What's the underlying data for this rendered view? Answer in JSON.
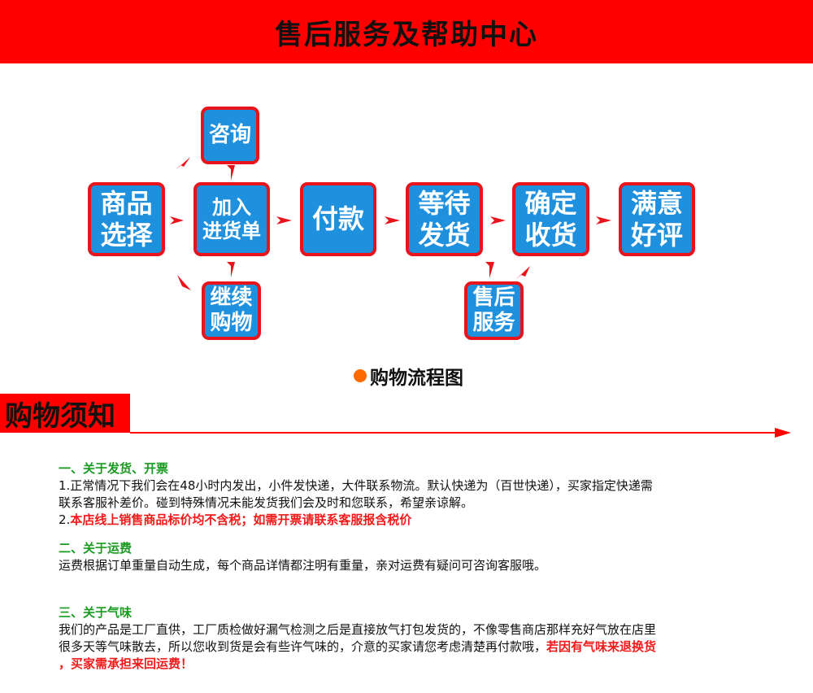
{
  "banner": {
    "title": "售后服务及帮助中心"
  },
  "flowchart": {
    "boxes": {
      "consult": [
        "咨询"
      ],
      "select": [
        "商品",
        "选择"
      ],
      "add": [
        "加入",
        "进货单"
      ],
      "pay": [
        "付款"
      ],
      "wait": [
        "等待",
        "发货"
      ],
      "confirm": [
        "确定",
        "收货"
      ],
      "review": [
        "满意",
        "好评"
      ],
      "continue": [
        "继续",
        "购物"
      ],
      "aftersale": [
        "售后",
        "服务"
      ]
    },
    "legend": "购物流程图"
  },
  "colors": {
    "banner": "#fe0000",
    "box_fill": "#1e90dd",
    "box_border": "#e8131b",
    "arrow": "#e8131b",
    "legend_dot": "#ff6a00",
    "heading_green": "#1a9a21",
    "highlight_red": "#f11a1a"
  },
  "notice": {
    "title": "购物须知",
    "sections": [
      {
        "heading": "一、关于发货、开票",
        "lines": [
          "1.正常情况下我们会在48小时内发出，小件发快递，大件联系物流。默认快递为（百世快递），买家指定快递需",
          "联系客服补差价。碰到特殊情况未能发货我们会及时和您联系，希望亲谅解。"
        ],
        "line2_prefix": "2.",
        "line2_red": "本店线上销售商品标价均不含税；如需开票请联系客服报含税价"
      },
      {
        "heading": "二、关于运费",
        "lines": [
          "运费根据订单重量自动生成，每个商品详情都注明有重量，亲对运费有疑问可咨询客服哦。"
        ]
      },
      {
        "heading": "三、关于气味",
        "lines": [
          "我们的产品是工厂直供，工厂质检做好漏气检测之后是直接放气打包发货的，不像零售商店那样充好气放在店里"
        ],
        "line2_black": "很多天等气味散去，所以您收到货是会有些许气味的，介意的买家请您考虑清楚再付款哦，",
        "line2_red": "若因有气味来退换货",
        "line3_red": "，买家需承担来回运费！"
      }
    ]
  }
}
